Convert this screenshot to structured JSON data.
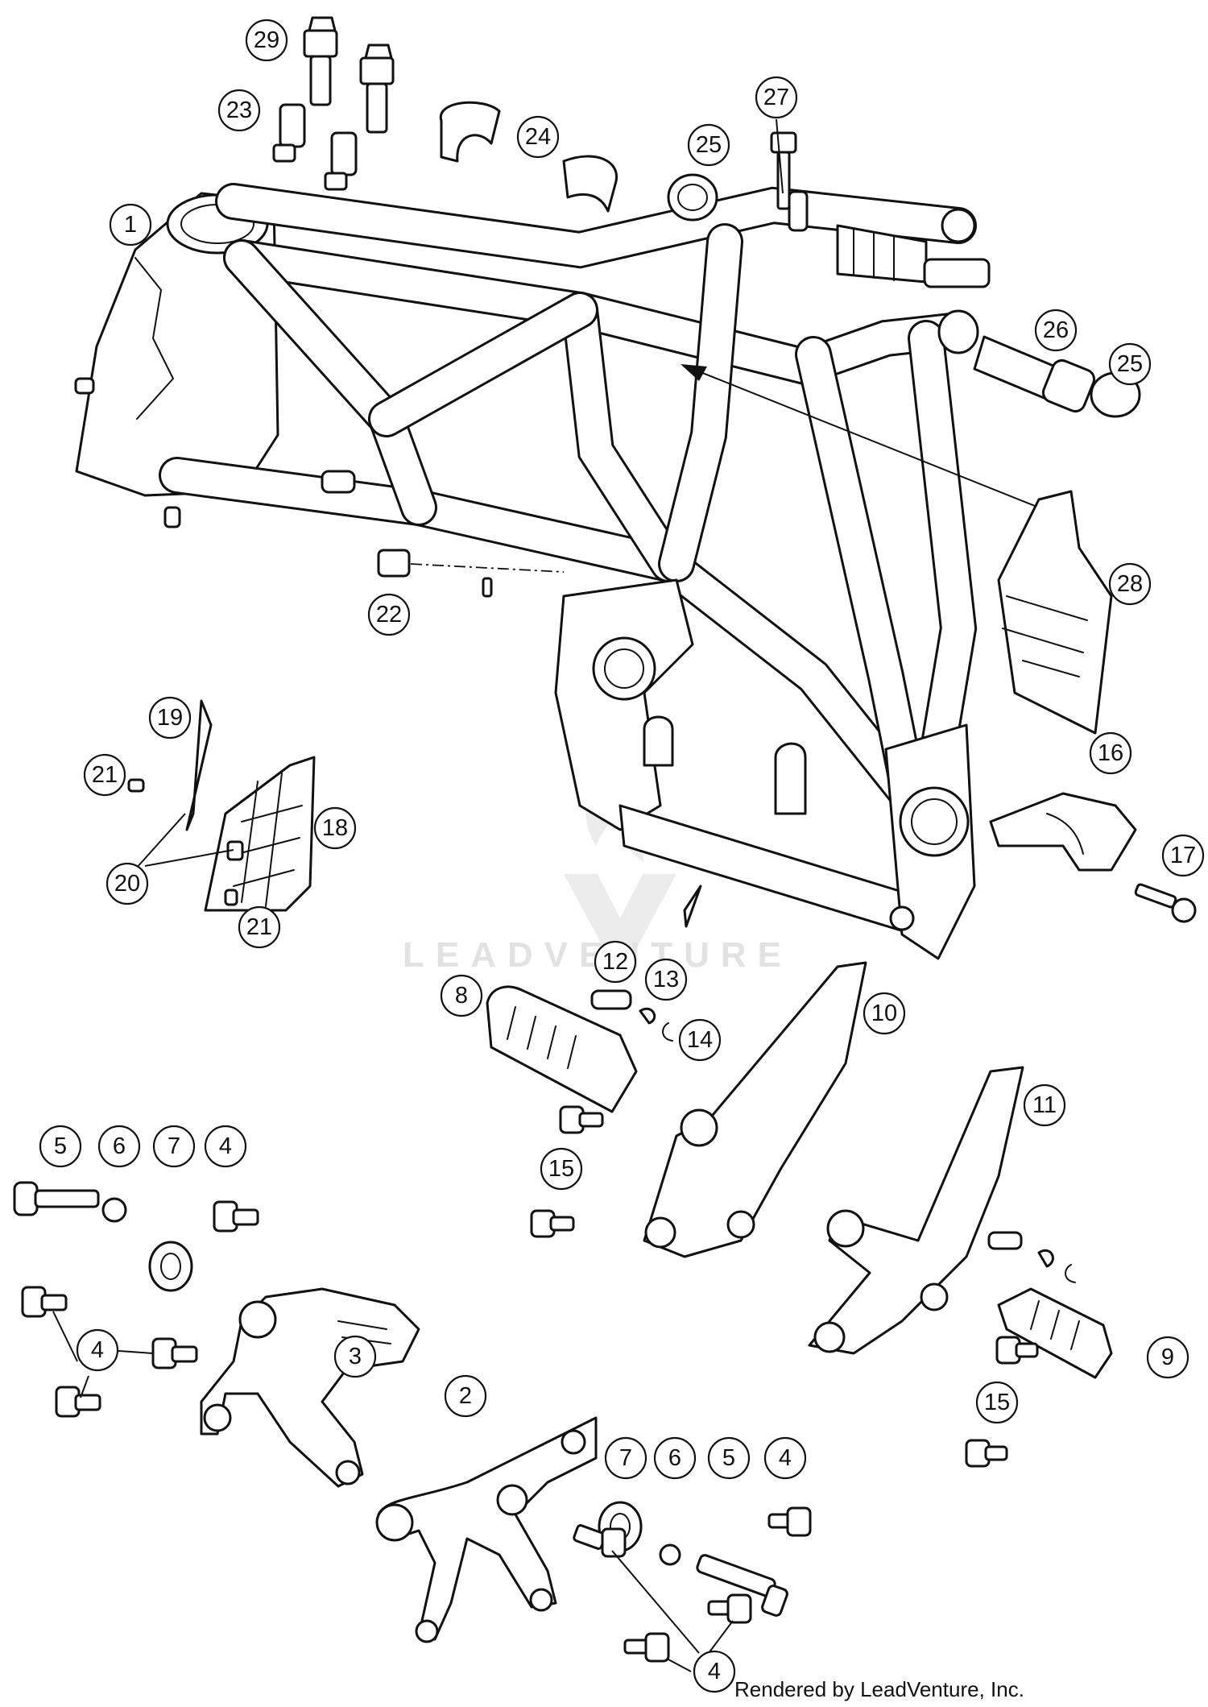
{
  "watermark": {
    "text": "LEADVENTURE"
  },
  "credit": "Rendered by LeadVenture, Inc.",
  "callouts": [
    {
      "id": "c1",
      "label": "1"
    },
    {
      "id": "c29",
      "label": "29"
    },
    {
      "id": "c23",
      "label": "23"
    },
    {
      "id": "c24",
      "label": "24"
    },
    {
      "id": "c25a",
      "label": "25"
    },
    {
      "id": "c27",
      "label": "27"
    },
    {
      "id": "c26",
      "label": "26"
    },
    {
      "id": "c25b",
      "label": "25"
    },
    {
      "id": "c28",
      "label": "28"
    },
    {
      "id": "c22",
      "label": "22"
    },
    {
      "id": "c19",
      "label": "19"
    },
    {
      "id": "c21a",
      "label": "21"
    },
    {
      "id": "c18",
      "label": "18"
    },
    {
      "id": "c20",
      "label": "20"
    },
    {
      "id": "c21b",
      "label": "21"
    },
    {
      "id": "c16",
      "label": "16"
    },
    {
      "id": "c17",
      "label": "17"
    },
    {
      "id": "c12",
      "label": "12"
    },
    {
      "id": "c13",
      "label": "13"
    },
    {
      "id": "c14",
      "label": "14"
    },
    {
      "id": "c8",
      "label": "8"
    },
    {
      "id": "c10",
      "label": "10"
    },
    {
      "id": "c11",
      "label": "11"
    },
    {
      "id": "c15a",
      "label": "15"
    },
    {
      "id": "c5a",
      "label": "5"
    },
    {
      "id": "c6a",
      "label": "6"
    },
    {
      "id": "c7a",
      "label": "7"
    },
    {
      "id": "c4a",
      "label": "4"
    },
    {
      "id": "c4b",
      "label": "4"
    },
    {
      "id": "c3",
      "label": "3"
    },
    {
      "id": "c9",
      "label": "9"
    },
    {
      "id": "c15b",
      "label": "15"
    },
    {
      "id": "c2",
      "label": "2"
    },
    {
      "id": "c7b",
      "label": "7"
    },
    {
      "id": "c6b",
      "label": "6"
    },
    {
      "id": "c5b",
      "label": "5"
    },
    {
      "id": "c4c",
      "label": "4"
    },
    {
      "id": "c4d",
      "label": "4"
    }
  ]
}
